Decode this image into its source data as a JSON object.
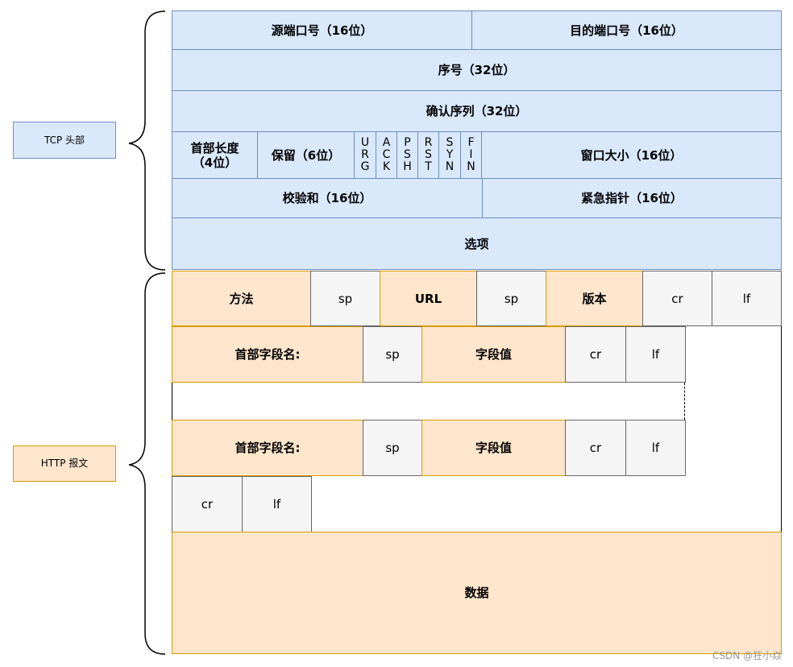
{
  "tcp": {
    "label": "TCP 头部",
    "src_port": "源端口号（16位）",
    "dst_port": "目的端口号（16位）",
    "seq": "序号（32位）",
    "ack": "确认序列（32位）",
    "header_len": "首部长度\n（4位）",
    "reserved": "保留（6位）",
    "flags": [
      "U\nR\nG",
      "A\nC\nK",
      "P\nS\nH",
      "R\nS\nT",
      "S\nY\nN",
      "F\nI\nN"
    ],
    "window": "窗口大小（16位）",
    "checksum": "校验和（16位）",
    "urgent": "紧急指针（16位）",
    "options": "选项"
  },
  "http": {
    "label": "HTTP 报文",
    "method": "方法",
    "sp": "sp",
    "url": "URL",
    "version": "版本",
    "cr": "cr",
    "lf": "lf",
    "header_name": "首部字段名:",
    "header_value": "字段值",
    "body": "数据"
  },
  "watermark": "CSDN @狂小焱",
  "colors": {
    "tcp_fill": "#dae8fc",
    "tcp_stroke": "#6c8ebf",
    "http_fill": "#ffe6cc",
    "http_stroke": "#d79b00",
    "token_fill": "#f5f5f5",
    "token_stroke": "#666666"
  }
}
